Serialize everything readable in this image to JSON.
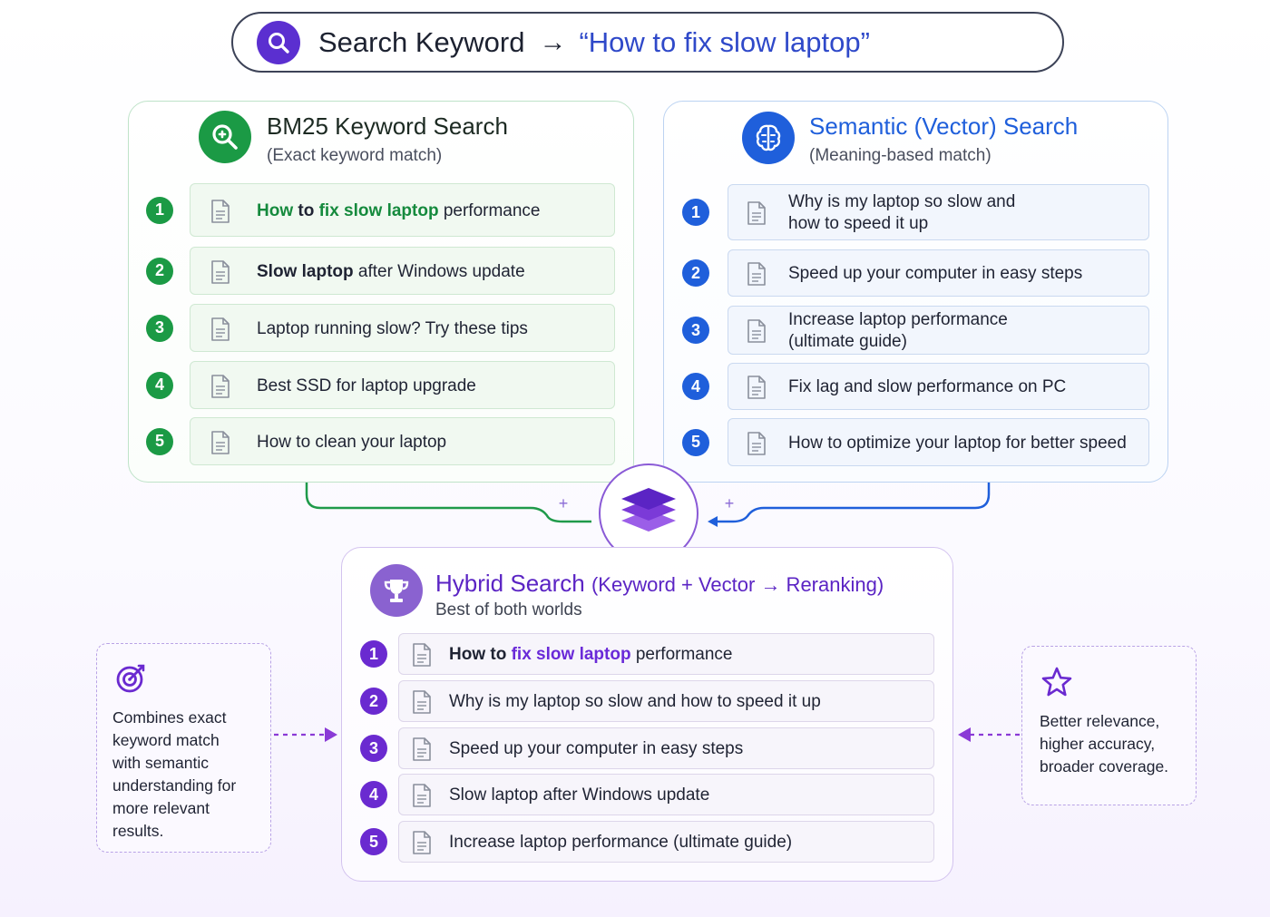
{
  "query": {
    "label": "Search Keyword",
    "arrow": "→",
    "text": "“How to fix slow laptop”",
    "icon": "search-icon"
  },
  "bm25": {
    "title": "BM25 Keyword Search",
    "subtitle": "(Exact keyword match)",
    "icon": "magnifier-icon",
    "color": "#1b9a45",
    "results": [
      {
        "num": "1",
        "parts": [
          {
            "t": "How",
            "s": "bg"
          },
          {
            "t": " ",
            "s": ""
          },
          {
            "t": "to",
            "s": "b"
          },
          {
            "t": " ",
            "s": ""
          },
          {
            "t": "fix slow laptop",
            "s": "bg"
          },
          {
            "t": " performance",
            "s": ""
          }
        ]
      },
      {
        "num": "2",
        "parts": [
          {
            "t": "Slow laptop",
            "s": "b"
          },
          {
            "t": " after Windows update",
            "s": ""
          }
        ]
      },
      {
        "num": "3",
        "parts": [
          {
            "t": "Laptop running slow? Try these tips",
            "s": ""
          }
        ]
      },
      {
        "num": "4",
        "parts": [
          {
            "t": "Best SSD for laptop upgrade",
            "s": ""
          }
        ]
      },
      {
        "num": "5",
        "parts": [
          {
            "t": "How to clean your laptop",
            "s": ""
          }
        ]
      }
    ]
  },
  "semantic": {
    "title": "Semantic (Vector) Search",
    "subtitle": "(Meaning-based match)",
    "icon": "brain-icon",
    "color": "#1f5fdb",
    "results": [
      {
        "num": "1",
        "lines": [
          "Why is my laptop so slow and",
          "how to speed it up"
        ]
      },
      {
        "num": "2",
        "lines": [
          "Speed up your computer in easy steps"
        ]
      },
      {
        "num": "3",
        "lines": [
          "Increase laptop performance",
          "(ultimate guide)"
        ]
      },
      {
        "num": "4",
        "lines": [
          "Fix lag and slow performance on PC"
        ]
      },
      {
        "num": "5",
        "lines": [
          "How to optimize your laptop for better speed"
        ]
      }
    ]
  },
  "merge": {
    "plus_left": "+",
    "plus_right": "+",
    "icon": "layers-icon"
  },
  "hybrid": {
    "title": "Hybrid Search",
    "title_suffix": "(Keyword + Vector → Reranking)",
    "subtitle": "Best of both worlds",
    "icon": "trophy-icon",
    "color": "#6a2ad0",
    "results": [
      {
        "num": "1",
        "parts": [
          {
            "t": "How to",
            "s": "b"
          },
          {
            "t": " ",
            "s": ""
          },
          {
            "t": "fix slow laptop",
            "s": "bp"
          },
          {
            "t": " performance",
            "s": ""
          }
        ]
      },
      {
        "num": "2",
        "parts": [
          {
            "t": "Why is my laptop so slow and how to speed it up",
            "s": ""
          }
        ]
      },
      {
        "num": "3",
        "parts": [
          {
            "t": "Speed up your computer in easy steps",
            "s": ""
          }
        ]
      },
      {
        "num": "4",
        "parts": [
          {
            "t": "Slow laptop after Windows update",
            "s": ""
          }
        ]
      },
      {
        "num": "5",
        "parts": [
          {
            "t": "Increase laptop performance (ultimate guide)",
            "s": ""
          }
        ]
      }
    ]
  },
  "note_left": {
    "icon": "target-icon",
    "lines": [
      "Combines exact",
      "keyword match",
      "with semantic",
      "understanding for",
      "more relevant",
      "results."
    ]
  },
  "note_right": {
    "icon": "star-icon",
    "lines": [
      "Better relevance,",
      "higher accuracy,",
      "broader coverage."
    ]
  }
}
